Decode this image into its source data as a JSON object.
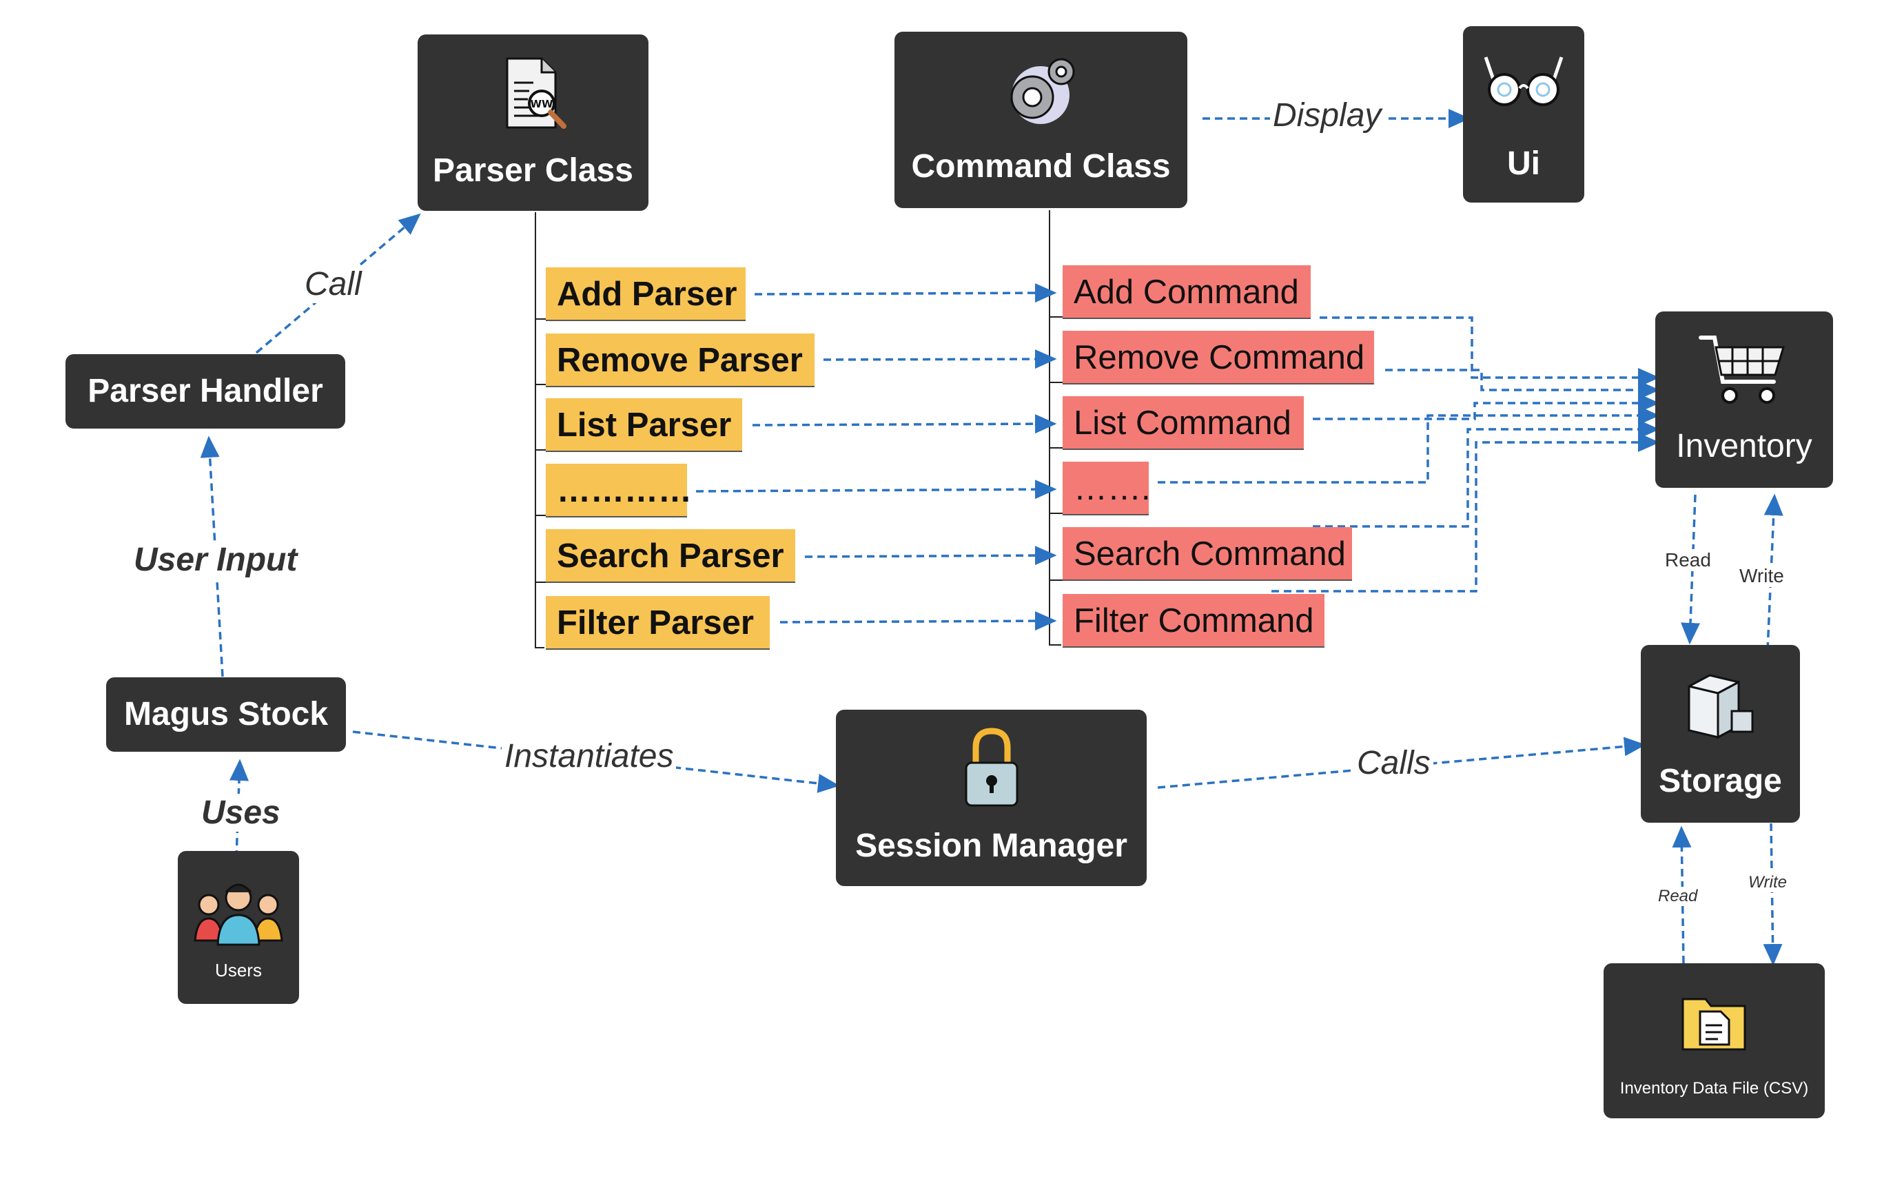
{
  "nodes": {
    "parser_class": "Parser Class",
    "command_class": "Command Class",
    "ui": "Ui",
    "parser_handler": "Parser Handler",
    "magus_stock": "Magus Stock",
    "users": "Users",
    "session_manager": "Session Manager",
    "inventory": "Inventory",
    "storage": "Storage",
    "data_file": "Inventory Data File (CSV)"
  },
  "parsers": [
    "Add Parser",
    "Remove Parser",
    "List Parser",
    "…………",
    "Search Parser",
    "Filter Parser"
  ],
  "commands": [
    "Add Command",
    "Remove Command",
    "List Command",
    "…….",
    "Search Command",
    "Filter Command"
  ],
  "edges": {
    "call": "Call",
    "display": "Display",
    "user_input": "User Input",
    "uses": "Uses",
    "instantiates": "Instantiates",
    "calls": "Calls",
    "read_inv": "Read",
    "write_inv": "Write",
    "read_file": "Read",
    "write_file": "Write"
  },
  "icons": {
    "parser_class": "web-document-search-icon",
    "command_class": "gears-icon",
    "ui": "glasses-icon",
    "users": "users-group-icon",
    "session_manager": "padlock-icon",
    "inventory": "shopping-cart-icon",
    "storage": "storage-boxes-icon",
    "data_file": "folder-document-icon"
  },
  "colors": {
    "node_bg": "#333333",
    "parser_tag": "#f7c352",
    "command_tag": "#f47b75",
    "arrow": "#2b72c2"
  }
}
